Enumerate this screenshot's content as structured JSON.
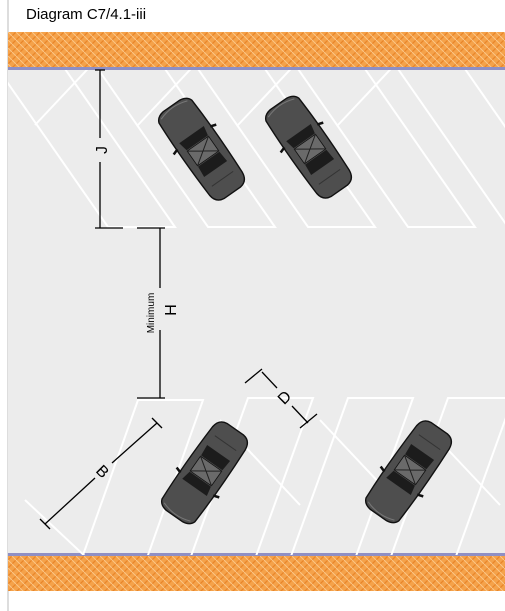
{
  "title": "Diagram C7/4.1-iii",
  "labels": {
    "j": "J",
    "h": "H",
    "minimum": "Minimum",
    "d": "D",
    "b": "B"
  },
  "colors": {
    "pavement": "#ececec",
    "kerb": "#f5a24a",
    "kerb_line": "#8f8fc4",
    "bay_lines": "#ffffff",
    "car_body": "#4e4e4e",
    "car_dark": "#1c1c1c",
    "dimension_lines": "#000000"
  }
}
